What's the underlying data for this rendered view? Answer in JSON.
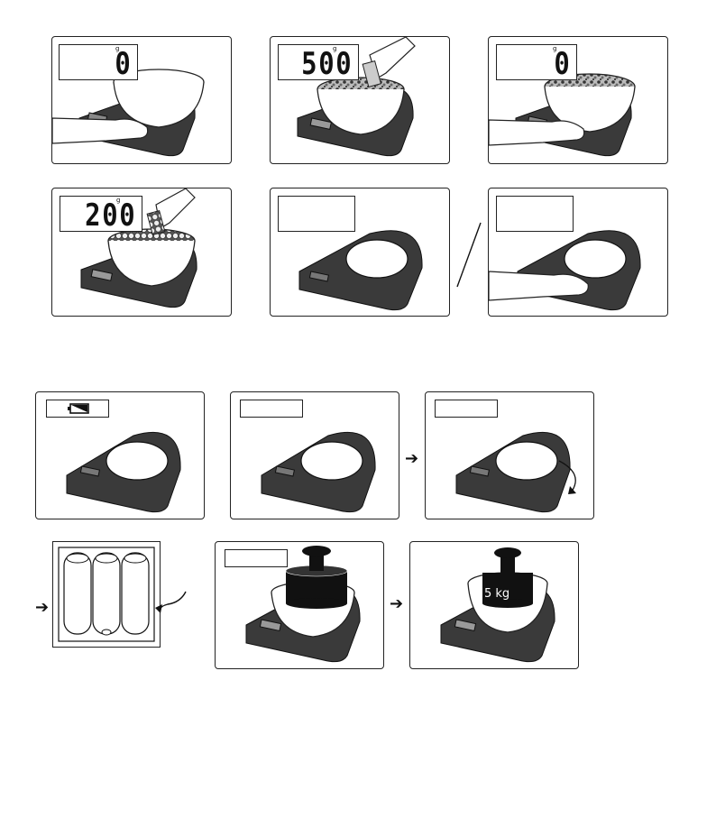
{
  "panels": {
    "p1": {
      "display": "0",
      "unit": "g"
    },
    "p2": {
      "display": "500",
      "unit": "g",
      "small_display": "500"
    },
    "p3": {
      "display": "0",
      "unit": "g"
    },
    "p4": {
      "display": "200",
      "unit": "g",
      "small_display": "200"
    },
    "p5": {
      "display": ""
    },
    "p6": {
      "display": ""
    },
    "p7": {
      "display": ""
    },
    "p8": {
      "display": ""
    },
    "p9": {
      "display": ""
    },
    "p11": {
      "display": ""
    },
    "p12": {
      "display": ""
    }
  },
  "weight_label": "5 kg",
  "arrow_glyph": "➔",
  "icons": [
    "battery-low-icon",
    "rotate-arrow-icon",
    "hand-icon",
    "battery-cell-icon"
  ],
  "colors": {
    "scale_body": "#3a3a3a",
    "ink": "#111111"
  }
}
